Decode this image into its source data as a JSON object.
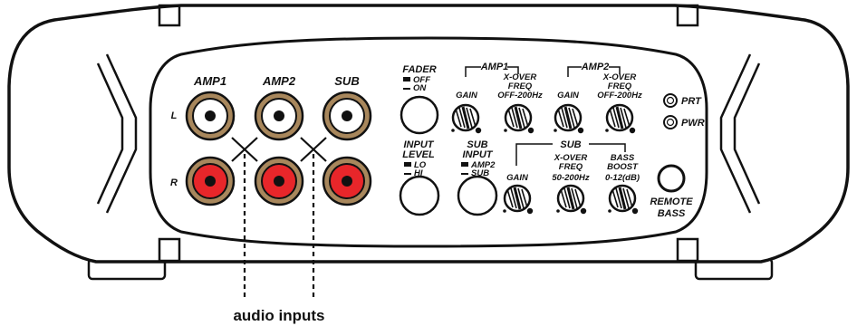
{
  "caption": "audio inputs",
  "rca": {
    "columns": [
      "AMP1",
      "AMP2",
      "SUB"
    ],
    "rows": [
      "L",
      "R"
    ]
  },
  "fader": {
    "title": "FADER",
    "opt1": "OFF",
    "opt2": "ON"
  },
  "input_level": {
    "title1": "INPUT",
    "title2": "LEVEL",
    "opt1": "LO",
    "opt2": "HI"
  },
  "sub_input": {
    "title1": "SUB",
    "title2": "INPUT",
    "opt1": "AMP2",
    "opt2": "SUB"
  },
  "amp1": {
    "group": "AMP1",
    "gain": "GAIN",
    "xover1": "X-OVER",
    "xover2": "FREQ",
    "xover3": "OFF-200Hz"
  },
  "amp2": {
    "group": "AMP2",
    "gain": "GAIN",
    "xover1": "X-OVER",
    "xover2": "FREQ",
    "xover3": "OFF-200Hz"
  },
  "sub": {
    "group": "SUB",
    "gain": "GAIN",
    "xover1": "X-OVER",
    "xover2": "FREQ",
    "xover3": "50-200Hz",
    "boost1": "BASS",
    "boost2": "BOOST",
    "boost3": "0-12(dB)"
  },
  "leds": {
    "prt": "PRT",
    "pwr": "PWR"
  },
  "remote": {
    "line1": "REMOTE",
    "line2": "BASS"
  },
  "colors": {
    "white_jack": "#ffffff",
    "red_jack": "#e8262a",
    "jack_ring": "#a8875c"
  }
}
